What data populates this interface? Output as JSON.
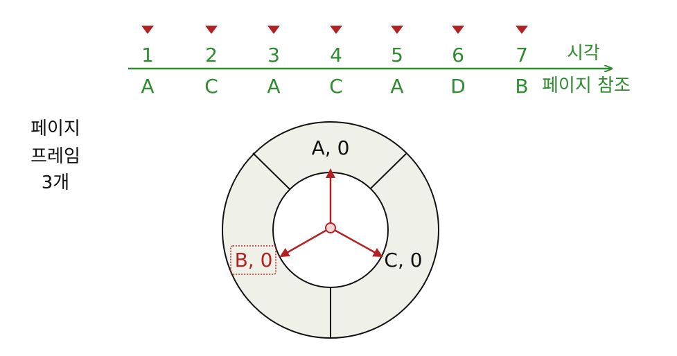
{
  "timeline": {
    "times": [
      "1",
      "2",
      "3",
      "4",
      "5",
      "6",
      "7"
    ],
    "references": [
      "A",
      "C",
      "A",
      "C",
      "A",
      "D",
      "B"
    ],
    "time_label": "시각",
    "reference_label": "페이지 참조"
  },
  "frames_label": {
    "line1": "페이지",
    "line2": "프레임",
    "line3": "3개"
  },
  "clock": {
    "slots": [
      {
        "text": "A, 0",
        "pointed": false
      },
      {
        "text": "C, 0",
        "pointed": false
      },
      {
        "text": "B, 0",
        "pointed": true
      }
    ]
  },
  "colors": {
    "timeline": "#2e8b2e",
    "marker": "#b22222",
    "pointer": "#b22222",
    "ring_fill": "#eff0e8",
    "outline": "#111111"
  }
}
